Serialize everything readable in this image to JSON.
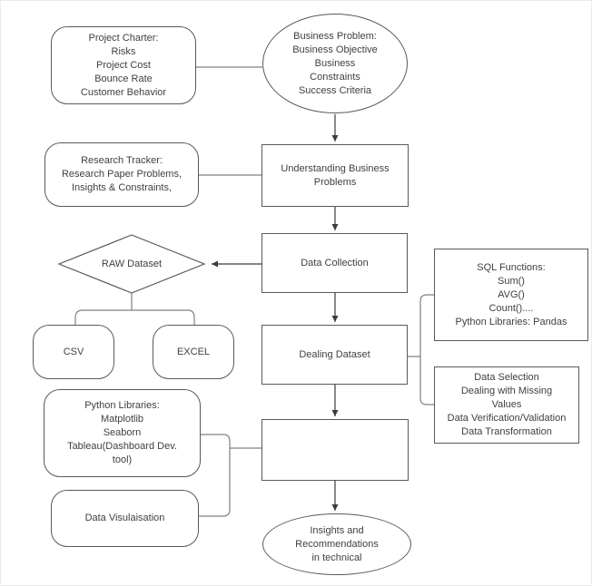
{
  "colors": {
    "background": "#ffffff",
    "shape_stroke": "#595959",
    "connector_stroke": "#808080",
    "arrow_stroke": "#3b3b3b",
    "text": "#404040"
  },
  "diagram": {
    "project_charter": {
      "text": "Project Charter:\nRisks\nProject Cost\nBounce Rate\nCustomer Behavior"
    },
    "business_problem": {
      "text": "Business Problem:\nBusiness Objective\nBusiness\nConstraints\nSuccess Criteria"
    },
    "research_tracker": {
      "text": "Research Tracker:\nResearch Paper Problems,\nInsights & Constraints,"
    },
    "understanding": {
      "text": "Understanding Business\nProblems"
    },
    "data_collection": {
      "text": "Data Collection"
    },
    "raw_dataset": {
      "text": "RAW Dataset"
    },
    "csv": {
      "text": "CSV"
    },
    "excel": {
      "text": "EXCEL"
    },
    "dealing_dataset": {
      "text": "Dealing Dataset"
    },
    "sql_functions": {
      "text": "SQL Functions:\nSum()\nAVG()\nCount()....\nPython Libraries: Pandas"
    },
    "data_selection": {
      "text": "Data Selection\nDealing with Missing\nValues\nData Verification/Validation\nData Transformation"
    },
    "python_libraries": {
      "text": "Python Libraries:\nMatplotlib\nSeaborn\nTableau(Dashboard Dev.\ntool)"
    },
    "data_visualisation": {
      "text": "Data Visulaisation"
    },
    "insights": {
      "text": "Insights and\nRecommendations\nin technical"
    }
  }
}
